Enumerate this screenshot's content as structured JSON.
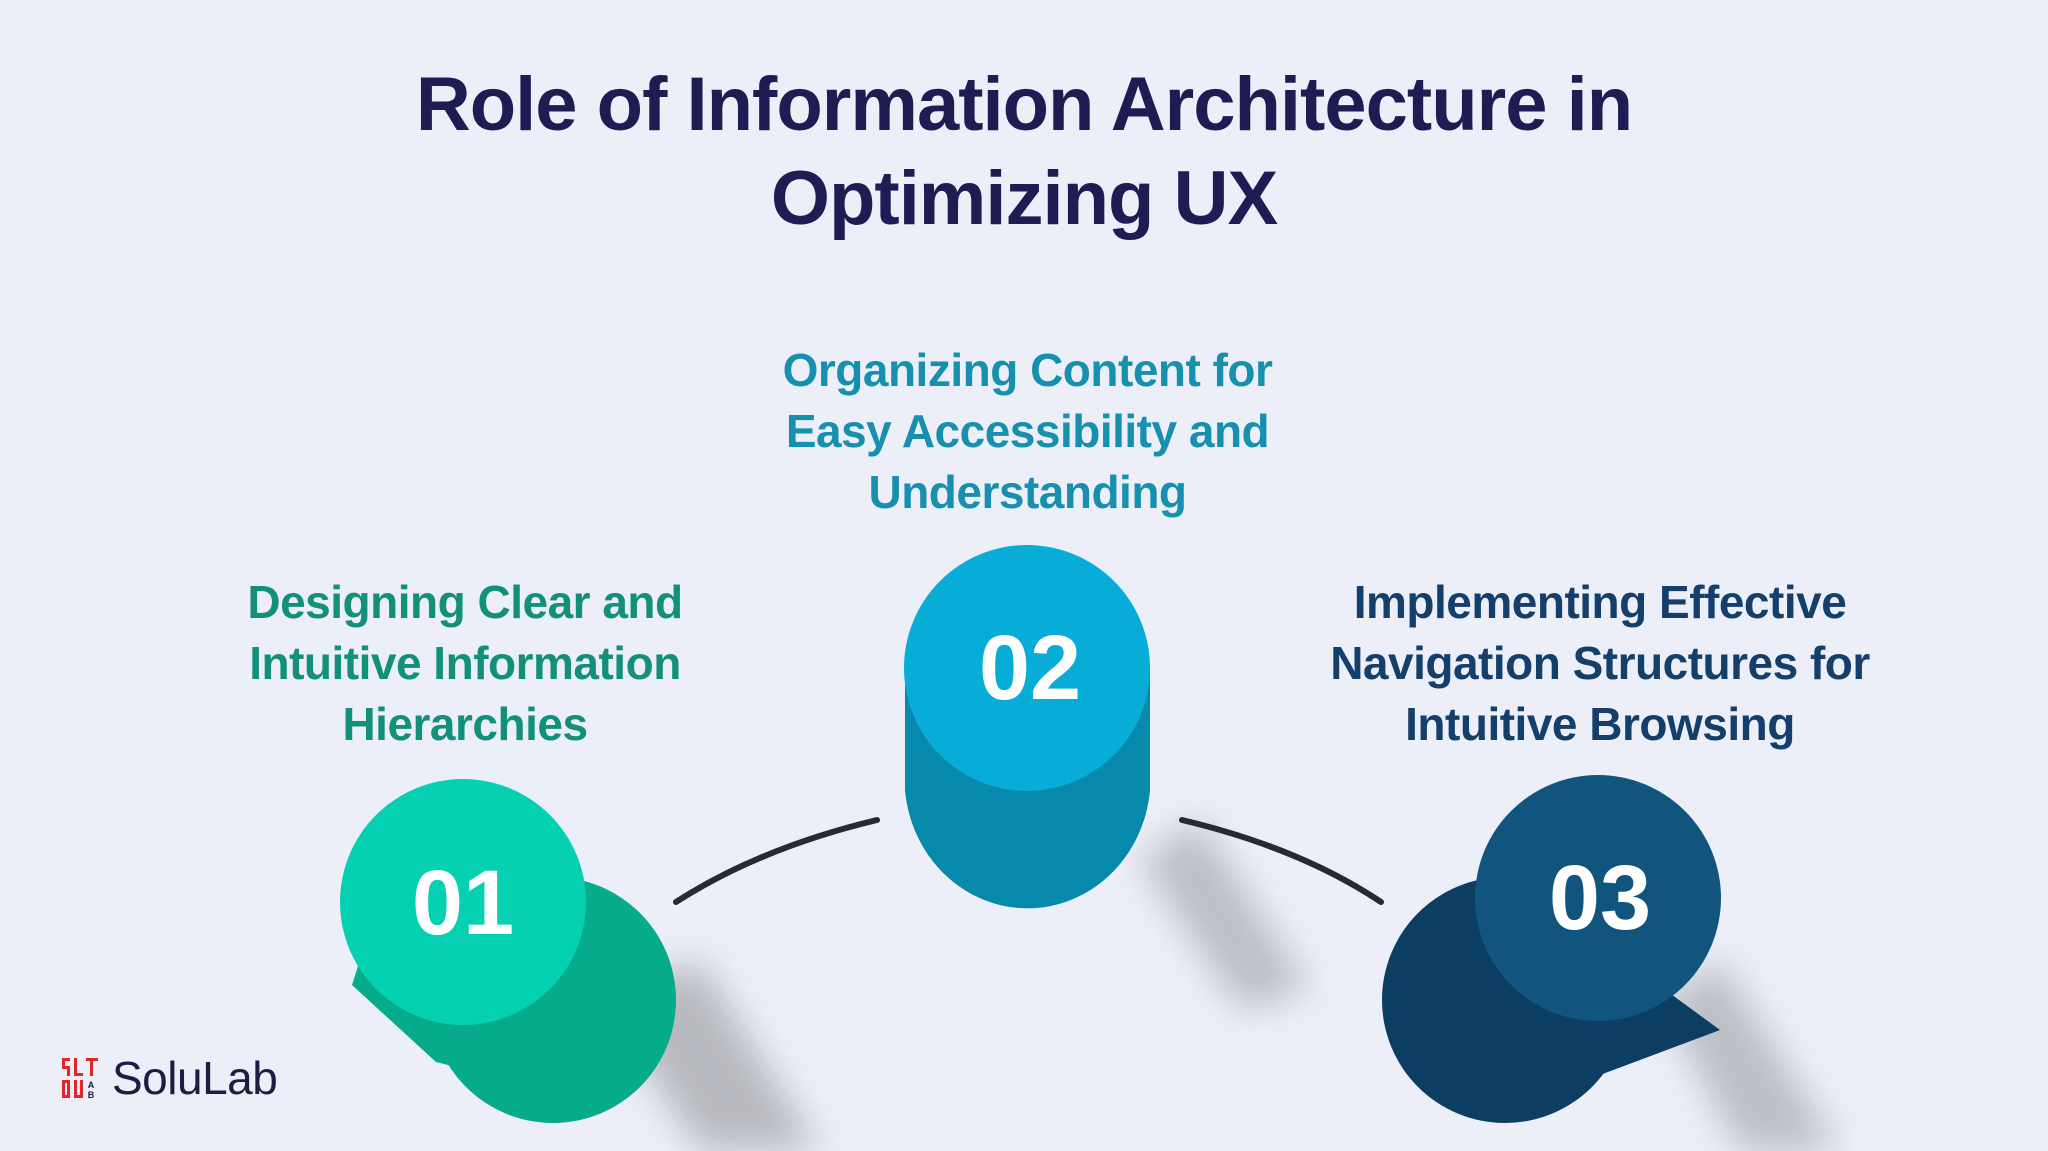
{
  "title": {
    "line1": "Role of Information Architecture in",
    "line2": "Optimizing UX"
  },
  "steps": [
    {
      "number": "01",
      "heading_lines": [
        "Designing Clear and",
        "Intuitive Information",
        "Hierarchies"
      ],
      "color": "#06d0b2",
      "heading_color": "#12907a"
    },
    {
      "number": "02",
      "heading_lines": [
        "Organizing Content for",
        "Easy Accessibility and",
        "Understanding"
      ],
      "color": "#07add6",
      "heading_color": "#1690ae"
    },
    {
      "number": "03",
      "heading_lines": [
        "Implementing Effective",
        "Navigation Structures for",
        "Intuitive Browsing"
      ],
      "color": "#11557f",
      "heading_color": "#143f6b"
    }
  ],
  "logo": {
    "text": "SoluLab",
    "accent": "#e0262b"
  },
  "colors": {
    "background": "#eceff7",
    "title": "#1d1c53",
    "connector": "#2a2a2e"
  }
}
